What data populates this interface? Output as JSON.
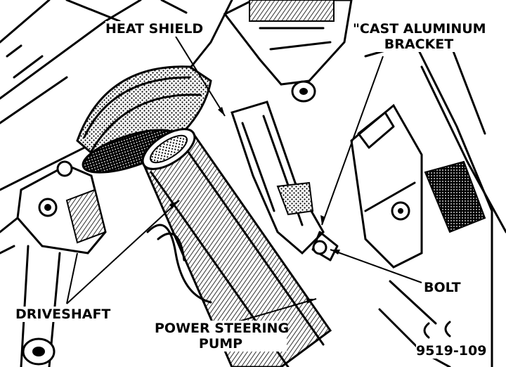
{
  "labels": {
    "heat_shield": "HEAT SHIELD",
    "cast_aluminum_bracket_line1": "\"CAST ALUMINUM",
    "cast_aluminum_bracket_line2": "BRACKET",
    "bolt": "BOLT",
    "driveshaft": "DRIVESHAFT",
    "power_steering_pump_line1": "POWER STEERING",
    "power_steering_pump_line2": "PUMP",
    "figure_number": "9519-109"
  }
}
